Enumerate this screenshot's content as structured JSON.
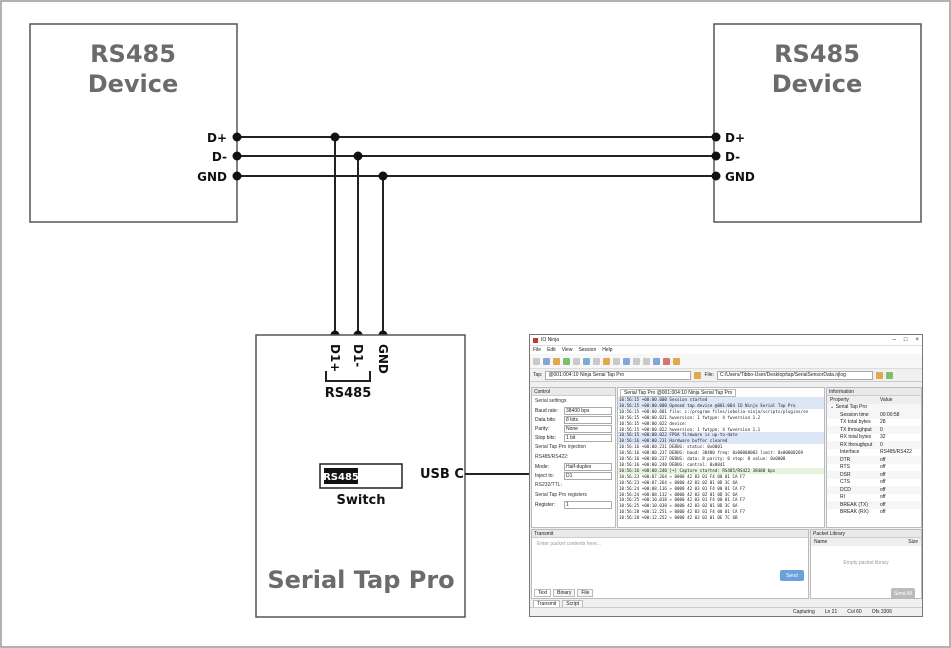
{
  "diagram": {
    "device_left": {
      "line1": "RS485",
      "line2": "Device"
    },
    "device_right": {
      "line1": "RS485",
      "line2": "Device"
    },
    "pins": {
      "dplus": "D+",
      "dminus": "D-",
      "gnd": "GND"
    },
    "tap_pins": {
      "d1p": "D1+",
      "d1m": "D1-",
      "gnd": "GND"
    },
    "rs485_label": "RS485",
    "switch_text": "RS485",
    "switch_label": "Switch",
    "usb_label": "USB C",
    "tap_title": "Serial Tap Pro",
    "colors": {
      "box_text": "#6b6b6b",
      "wire": "#222222"
    }
  },
  "app": {
    "title": "IO Ninja",
    "menu": [
      "File",
      "Edit",
      "View",
      "Session",
      "Help"
    ],
    "tap_label": "Tap:",
    "tap_value": "@001:004:10 Ninja Serial Tap Pro",
    "file_label": "File:",
    "file_value": "C:/Users/Tibbo-User/Desktop/tap/SerialSensorData.njlog",
    "control": {
      "title": "Control",
      "serial_settings": "Serial settings",
      "rows": [
        {
          "k": "Baud rate:",
          "v": "38400 bps"
        },
        {
          "k": "Data bits:",
          "v": "8 bits"
        },
        {
          "k": "Parity:",
          "v": "None"
        },
        {
          "k": "Stop bits:",
          "v": "1 bit"
        }
      ],
      "injection": "Serial Tap Pro injection",
      "rs485_section": "RS485/RS422:",
      "rows2": [
        {
          "k": "Mode:",
          "v": "Half-duplex"
        },
        {
          "k": "Inject to:",
          "v": "D1"
        }
      ],
      "rs232": "RS232/TTL:",
      "registers": "Serial Tap Pro registers",
      "register_k": "Register:",
      "register_v": "1"
    },
    "log_tab": "Serial Tap Pro @001:004:10 Ninja Serial Tap Pro",
    "log": [
      {
        "c": "hl",
        "t": "10:56:15 +00:00.000   Session started"
      },
      {
        "c": "hl",
        "t": "10:56:15 +00:00.000   Opened tap device @001:004 IO Ninja Serial Tap Pro"
      },
      {
        "c": "",
        "t": "10:56:15 +00:00.001   file: c:/program files/iobolia-ninja/scripts/plugins/se"
      },
      {
        "c": "",
        "t": "10:56:15 +00:00.021   hwversion: 1 fwtype: 4 fwversion 1.2"
      },
      {
        "c": "",
        "t": "10:56:15 +00:00.022   device:"
      },
      {
        "c": "",
        "t": "10:56:15 +00:00.022   hwversion: 1 fwtype: 4 fwversion 1.1"
      },
      {
        "c": "hl",
        "t": "10:56:15 +00:00.022   FPGA firmware is up-to-date"
      },
      {
        "c": "hl",
        "t": "10:56:16 +00:00.231   Hardware buffer cleared"
      },
      {
        "c": "",
        "t": "10:56:16 +00:00.231   DEBUG: status: 0x0001"
      },
      {
        "c": "",
        "t": "10:56:16 +00:00.237   DEBUG: baud: 38400 freq: 0x00000003 limit: 0x00000269"
      },
      {
        "c": "",
        "t": "10:56:16 +00:00.237   DEBUG: data: 8 parity: 0 stop: 0 value: 0x0008"
      },
      {
        "c": "",
        "t": "10:56:16 +00:00.240   DEBUG: control: 0x0041"
      },
      {
        "c": "ok",
        "t": "10:56:16 +00:00.240   [+] Capture started: RS485/RS422 38400 bps"
      },
      {
        "c": "",
        "t": "10:56:23 +00:07.264 »  0000  42 03 01 F4 00 01 CA F7"
      },
      {
        "c": "",
        "t": "10:56:23 +00:07.264 «  0000  42 03 02 01 0D 3C 6A"
      },
      {
        "c": "",
        "t": "10:56:24 +00:08.116 »  0000  42 03 01 F4 00 01 CA F7"
      },
      {
        "c": "",
        "t": "10:56:24 +00:08.132 «  0000  42 03 02 01 0D 3C 6A"
      },
      {
        "c": "",
        "t": "10:56:25 +00:10.018 »  0000  42 03 01 F4 00 01 CA F7"
      },
      {
        "c": "",
        "t": "10:56:25 +00:10.030 «  0000  42 03 02 01 0D 3C 6A"
      },
      {
        "c": "",
        "t": "10:56:28 +00:12.251 »  0000  42 03 01 F4 00 01 CA F7"
      },
      {
        "c": "",
        "t": "10:56:28 +00:12.252 «  0000  42 03 02 01 0E 7C 6B"
      }
    ],
    "info": {
      "title": "Information",
      "col_property": "Property",
      "col_value": "Value",
      "group": "Serial Tap Pro",
      "rows": [
        {
          "k": "Session time",
          "v": "00:00:58"
        },
        {
          "k": "TX total bytes",
          "v": "28"
        },
        {
          "k": "TX throughput",
          "v": "0"
        },
        {
          "k": "RX total bytes",
          "v": "32"
        },
        {
          "k": "RX throughput",
          "v": "0"
        },
        {
          "k": "Interface",
          "v": "RS485/RS422"
        },
        {
          "k": "DTR",
          "v": "off"
        },
        {
          "k": "RTS",
          "v": "off"
        },
        {
          "k": "DSR",
          "v": "off"
        },
        {
          "k": "CTS",
          "v": "off"
        },
        {
          "k": "DCD",
          "v": "off"
        },
        {
          "k": "RI",
          "v": "off"
        },
        {
          "k": "BREAK (TX)",
          "v": "off"
        },
        {
          "k": "BREAK (RX)",
          "v": "off"
        }
      ]
    },
    "transmit": {
      "title": "Transmit",
      "placeholder": "Enter packet contents here...",
      "tabs": [
        "Text",
        "Binary",
        "File"
      ],
      "send": "Send"
    },
    "library": {
      "title": "Packet Library",
      "col_name": "Name",
      "col_size": "Size",
      "empty": "Empty packet library",
      "send": "Send All"
    },
    "bottom_tabs": [
      "Transmit",
      "Script"
    ],
    "status": {
      "state": "Capturing",
      "line": "Ln 21",
      "col": "Col 60",
      "ofs": "Ofs 3306"
    }
  }
}
